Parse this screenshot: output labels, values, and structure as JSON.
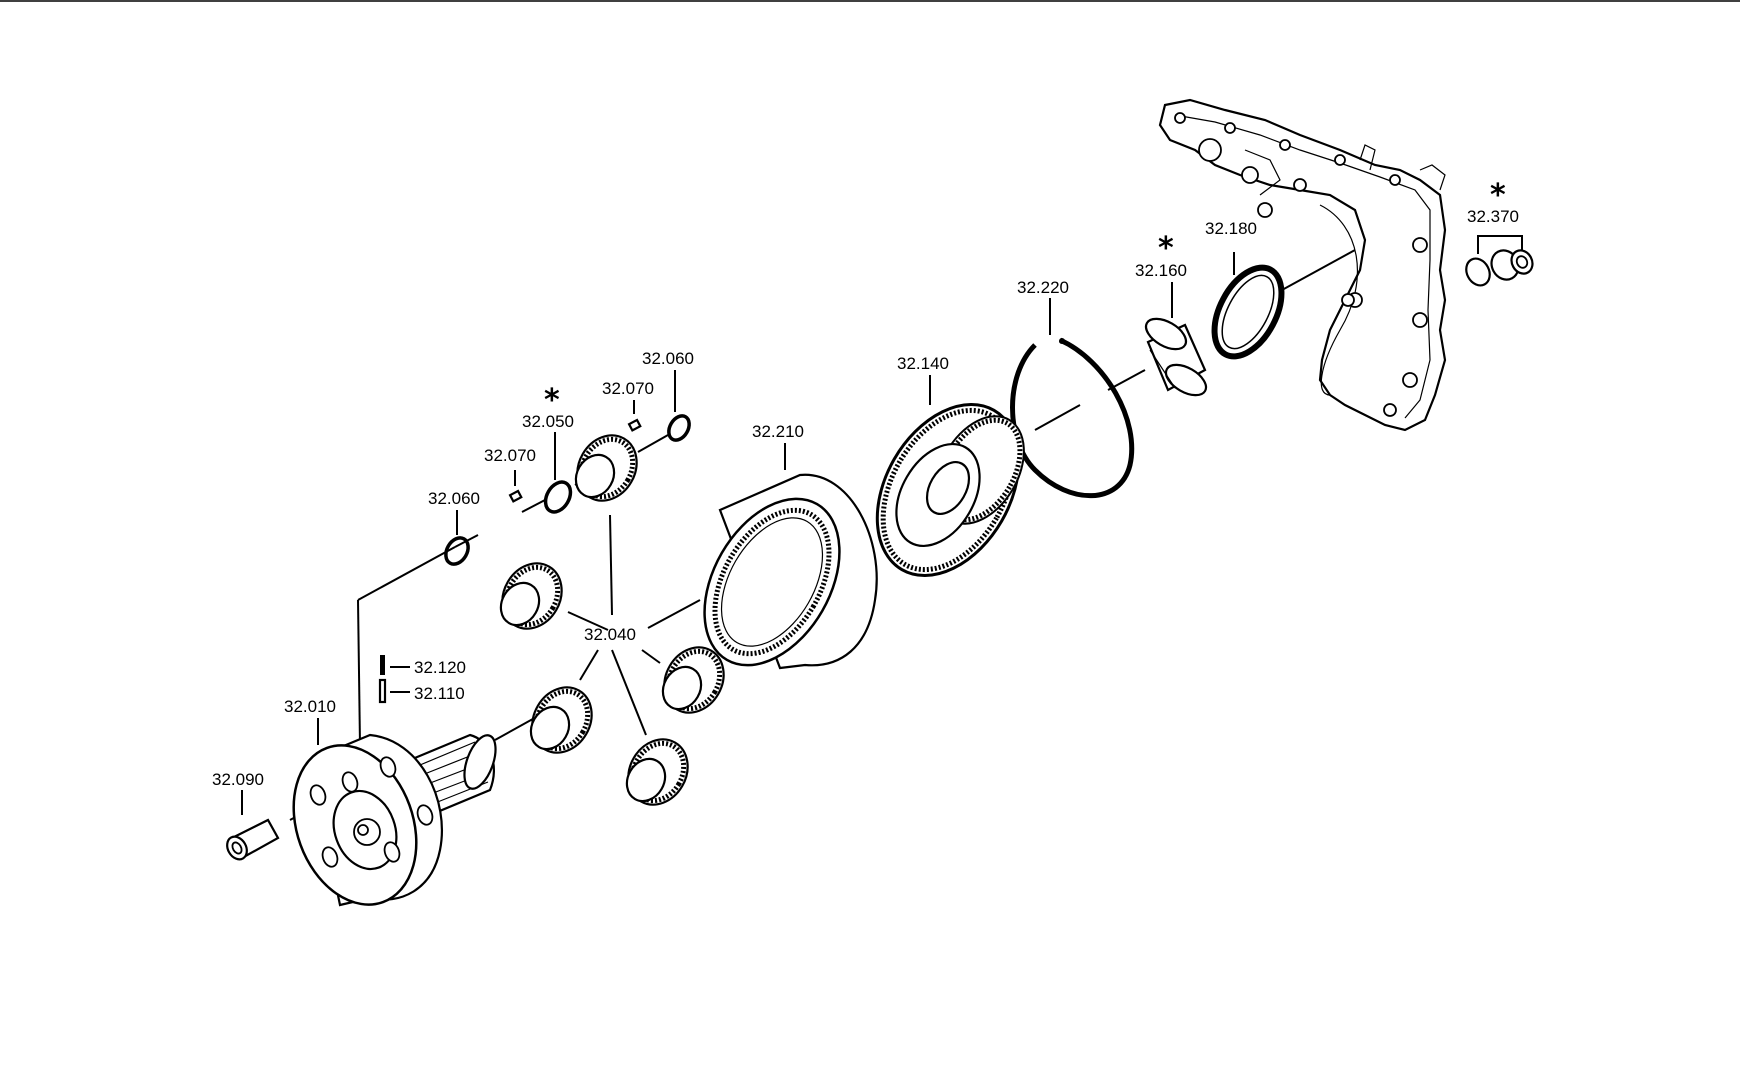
{
  "diagram": {
    "part_labels": {
      "p32_010": "32.010",
      "p32_040": "32.040",
      "p32_050": "32.050",
      "p32_060_a": "32.060",
      "p32_060_b": "32.060",
      "p32_070_a": "32.070",
      "p32_070_b": "32.070",
      "p32_090": "32.090",
      "p32_110": "32.110",
      "p32_120": "32.120",
      "p32_140": "32.140",
      "p32_160": "32.160",
      "p32_180": "32.180",
      "p32_210": "32.210",
      "p32_220": "32.220",
      "p32_370": "32.370"
    },
    "marker_symbol": "*"
  }
}
